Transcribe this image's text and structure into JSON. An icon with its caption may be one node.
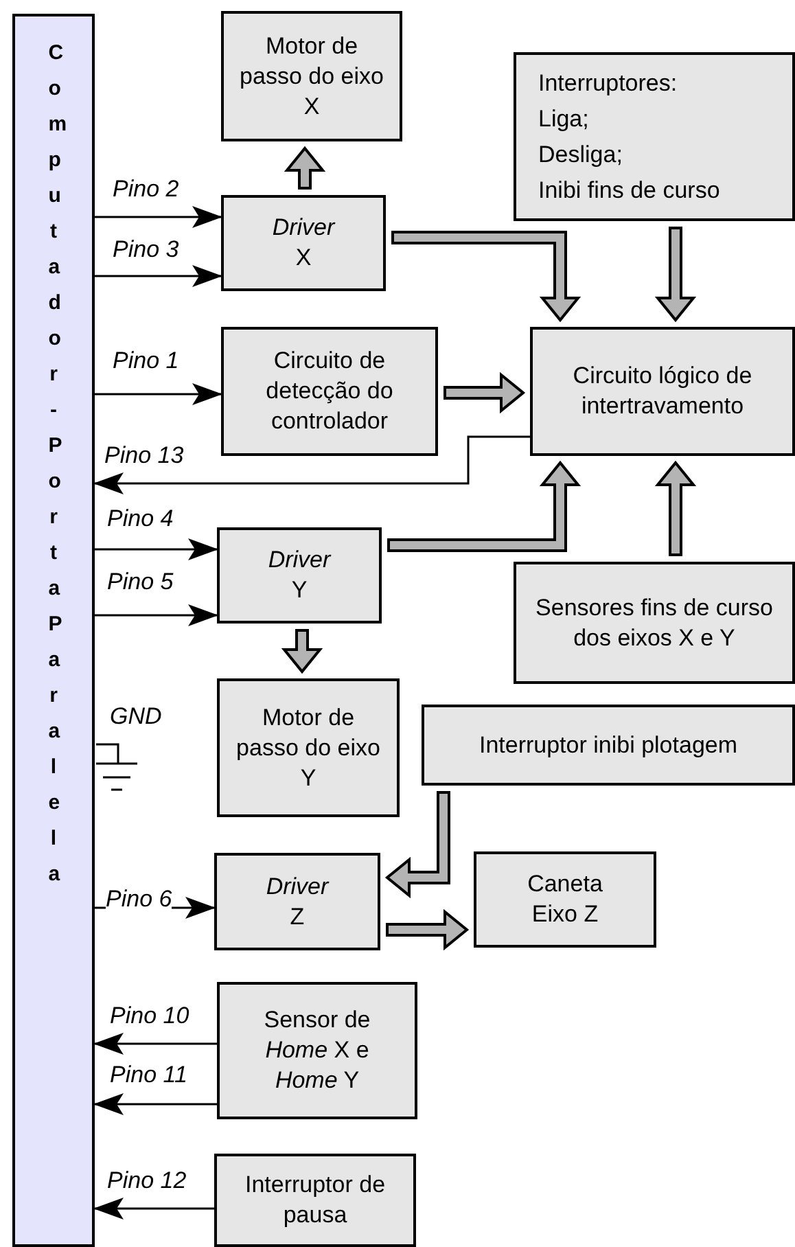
{
  "diagram": {
    "nodes": [
      {
        "text": [
          "Computador - Porta Paralela"
        ]
      },
      {
        "text": [
          "Motor de passo do eixo X"
        ]
      },
      {
        "text": [
          "Interruptores:",
          "Liga;",
          "Desliga;",
          "Inibi fins de curso"
        ]
      },
      {
        "text": [
          "*Driver* X"
        ]
      },
      {
        "text": [
          "Circuito de detecção do controlador"
        ]
      },
      {
        "text": [
          "Circuito lógico de intertravamento"
        ]
      },
      {
        "text": [
          "*Driver* Y"
        ]
      },
      {
        "text": [
          "Sensores fins de curso dos eixos X e Y"
        ]
      },
      {
        "text": [
          "Motor de passo do eixo Y"
        ]
      },
      {
        "text": [
          "Interruptor inibi plotagem"
        ]
      },
      {
        "text": [
          "*Driver* Z"
        ]
      },
      {
        "text": [
          "Caneta Eixo Z"
        ]
      },
      {
        "text": [
          "Sensor de *Home* X e *Home* Y"
        ]
      },
      {
        "text": [
          "Interruptor de pausa"
        ]
      }
    ],
    "edges": [
      {
        "from": 0,
        "to": 3,
        "arrow": "to",
        "label": "Pino 2"
      },
      {
        "from": 0,
        "to": 3,
        "arrow": "to",
        "label": "Pino 3"
      },
      {
        "from": 0,
        "to": 4,
        "arrow": "to",
        "label": "Pino 1"
      },
      {
        "from": 5,
        "to": 0,
        "arrow": "to",
        "label": "Pino 13"
      },
      {
        "from": 0,
        "to": 6,
        "arrow": "to",
        "label": "Pino 4"
      },
      {
        "from": 0,
        "to": 6,
        "arrow": "to",
        "label": "Pino 5"
      },
      {
        "from": 0,
        "to": 10,
        "arrow": "to",
        "label": "Pino 6"
      },
      {
        "from": 12,
        "to": 0,
        "arrow": "to",
        "label": "Pino 10"
      },
      {
        "from": 12,
        "to": 0,
        "arrow": "to",
        "label": "Pino 11"
      },
      {
        "from": 13,
        "to": 0,
        "arrow": "to",
        "label": "Pino 12"
      },
      {
        "from": 3,
        "to": 1,
        "arrow": "to",
        "style": "thick",
        "color": "#b4b4b4"
      },
      {
        "from": 3,
        "to": 5,
        "arrow": "to",
        "style": "thick",
        "color": "#b4b4b4"
      },
      {
        "from": 2,
        "to": 5,
        "arrow": "to",
        "style": "thick",
        "color": "#b4b4b4"
      },
      {
        "from": 4,
        "to": 5,
        "arrow": "to",
        "style": "thick",
        "color": "#b4b4b4"
      },
      {
        "from": 6,
        "to": 5,
        "arrow": "to",
        "style": "thick",
        "color": "#b4b4b4"
      },
      {
        "from": 7,
        "to": 5,
        "arrow": "to",
        "style": "thick",
        "color": "#b4b4b4"
      },
      {
        "from": 6,
        "to": 8,
        "arrow": "to",
        "style": "thick",
        "color": "#b4b4b4"
      },
      {
        "from": 9,
        "to": 10,
        "arrow": "to",
        "style": "thick",
        "color": "#b4b4b4"
      },
      {
        "from": 10,
        "to": 11,
        "arrow": "to",
        "style": "thick",
        "color": "#b4b4b4"
      }
    ],
    "labels": [
      "GND"
    ]
  }
}
